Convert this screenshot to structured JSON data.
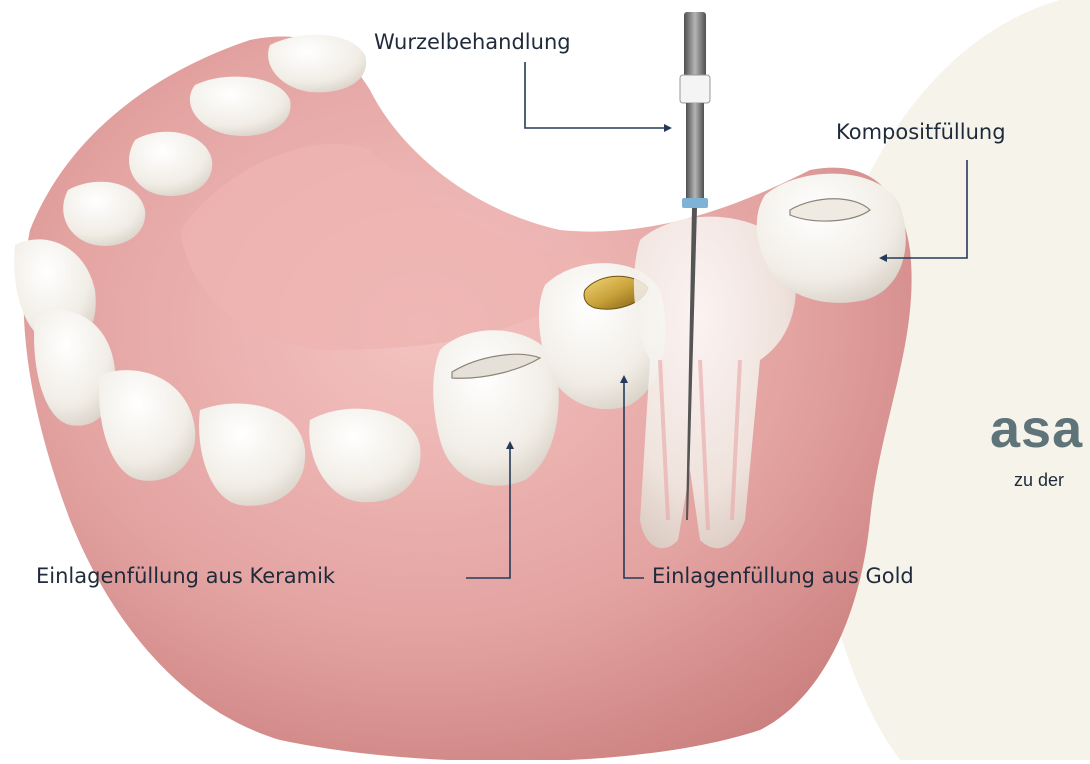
{
  "labels": {
    "root_canal": "Wurzelbehandlung",
    "composite": "Kompositfüllung",
    "ceramic_inlay": "Einlagenfüllung aus Keramik",
    "gold_inlay": "Einlagenfüllung aus Gold"
  },
  "brand": {
    "logo_text": "asa",
    "tagline": "zu der"
  },
  "colors": {
    "background": "#ffffff",
    "side_panel": "#f5f3ea",
    "gum": "#e5a6a4",
    "gum_dark": "#c97d7c",
    "tooth": "#f6f3ee",
    "gold": "#c9a23a",
    "callout_line": "#253a5a",
    "label_text": "#1f2a3a",
    "logo": "#5e7479"
  },
  "icons": [
    "endodontic-file-icon",
    "gold-inlay-icon"
  ]
}
